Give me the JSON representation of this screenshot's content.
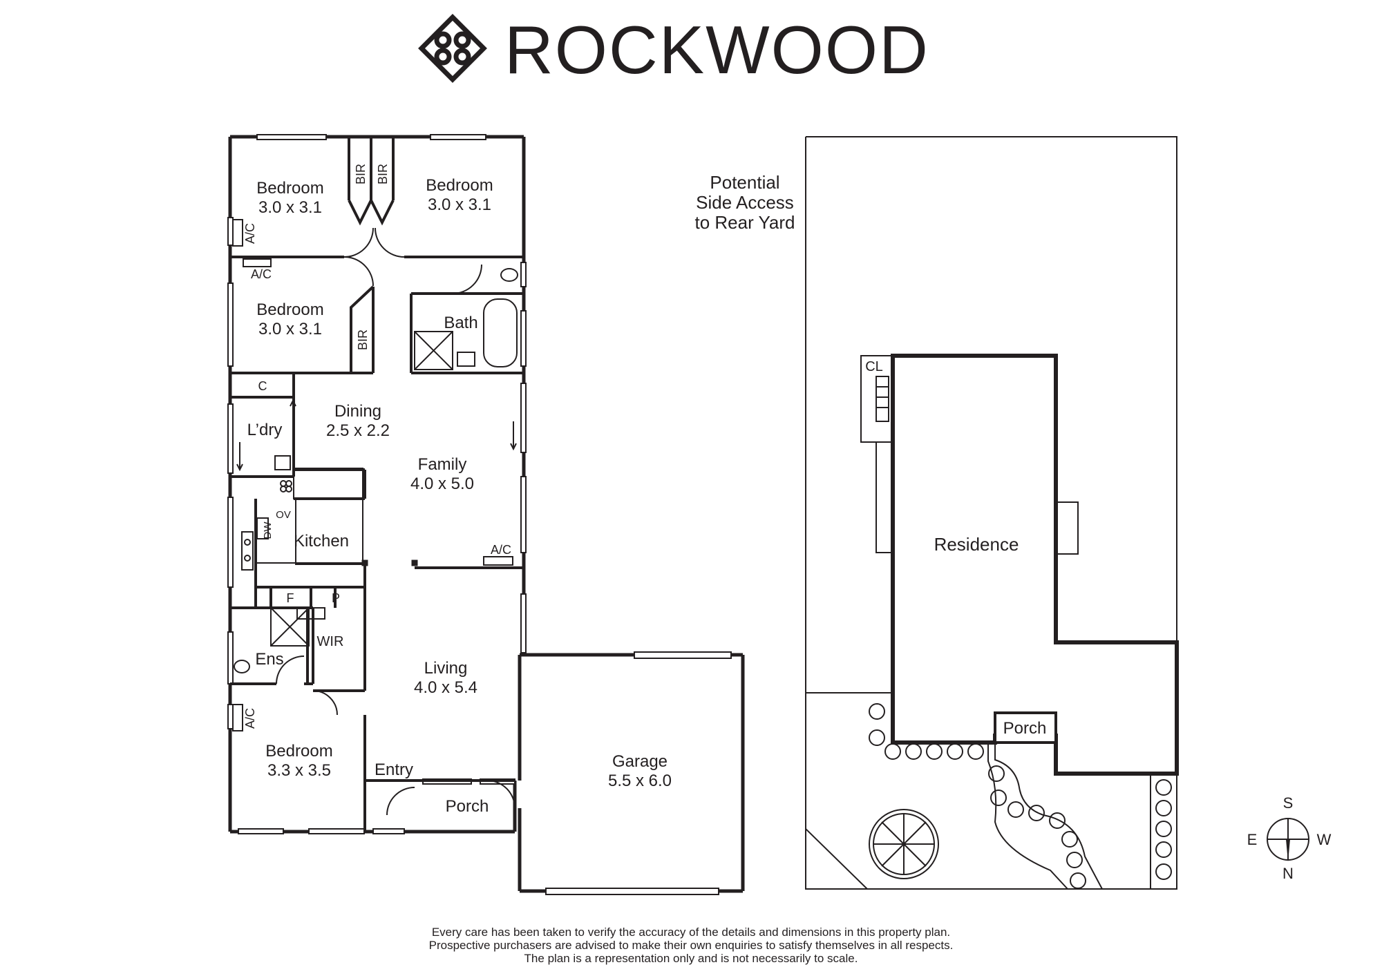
{
  "brand": {
    "name": "ROCKWOOD",
    "logo_icon": "rockwood-diamond-logo-icon",
    "color": "#231f20"
  },
  "floor_plan": {
    "rooms": {
      "bedroom_1": {
        "name": "Bedroom",
        "size": "3.0 x 3.1"
      },
      "bedroom_2": {
        "name": "Bedroom",
        "size": "3.0 x 3.1"
      },
      "bedroom_3": {
        "name": "Bedroom",
        "size": "3.0 x 3.1"
      },
      "bedroom_4": {
        "name": "Bedroom",
        "size": "3.3 x 3.5"
      },
      "bath": {
        "name": "Bath"
      },
      "dining": {
        "name": "Dining",
        "size": "2.5 x 2.2"
      },
      "family": {
        "name": "Family",
        "size": "4.0 x 5.0"
      },
      "laundry": {
        "name": "L’dry"
      },
      "kitchen": {
        "name": "Kitchen"
      },
      "ensuite": {
        "name": "Ens"
      },
      "wir": {
        "name": "WIR"
      },
      "living": {
        "name": "Living",
        "size": "4.0 x 5.4"
      },
      "entry": {
        "name": "Entry"
      },
      "porch": {
        "name": "Porch"
      },
      "garage": {
        "name": "Garage",
        "size": "5.5 x 6.0"
      }
    },
    "fixtures": {
      "bir": "BIR",
      "ac": "A/C",
      "cupboard": "C",
      "fridge": "F",
      "pantry": "P",
      "oven": "OV",
      "dishwasher": "DW"
    }
  },
  "site_plan": {
    "side_access": [
      "Potential",
      "Side Access",
      "to Rear Yard"
    ],
    "residence": "Residence",
    "porch": "Porch",
    "clothesline": "CL"
  },
  "compass": {
    "s": "S",
    "w": "W",
    "n": "N",
    "e": "E"
  },
  "disclaimer": [
    "Every care has been taken to verify the accuracy of the details and dimensions in this property plan.",
    "Prospective purchasers are advised to make their own enquiries to satisfy themselves in all respects.",
    "The plan is a representation only and is not necessarily to scale."
  ]
}
